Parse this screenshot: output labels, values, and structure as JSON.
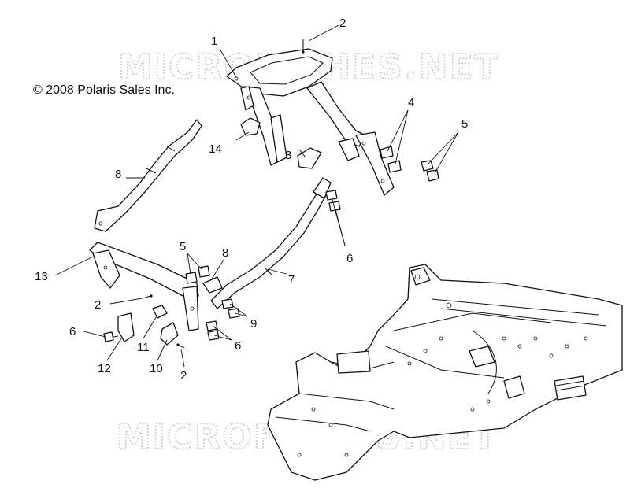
{
  "copyright": "© 2008 Polaris Sales Inc.",
  "watermark": "MICROFICHES.NET",
  "callouts": {
    "c1": "1",
    "c2a": "2",
    "c2b": "2",
    "c2c": "2",
    "c3": "3",
    "c4": "4",
    "c5a": "5",
    "c5b": "5",
    "c6a": "6",
    "c6b": "6",
    "c6c": "6",
    "c7": "7",
    "c8a": "8",
    "c8b": "8",
    "c9": "9",
    "c10": "10",
    "c11": "11",
    "c12": "12",
    "c13": "13",
    "c14": "14"
  }
}
